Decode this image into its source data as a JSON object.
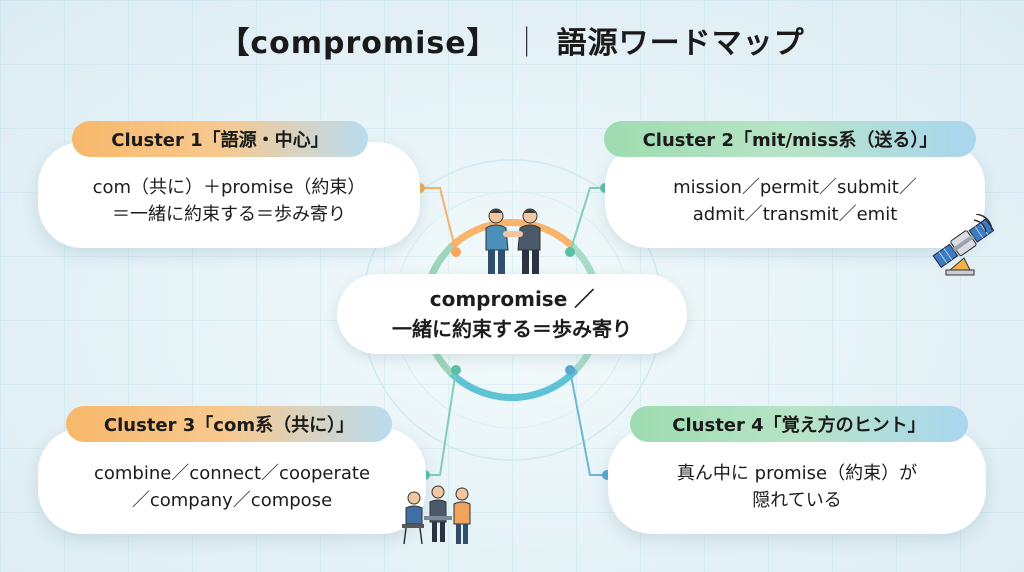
{
  "title": {
    "word": "【compromise】",
    "separator": "｜",
    "subtitle": "語源ワードマップ"
  },
  "center": {
    "line1": "compromise ／",
    "line2": "一緒に約束する＝歩み寄り"
  },
  "clusters": [
    {
      "label": "Cluster 1「語源・中心」",
      "line1": "com（共に）＋promise（約束）",
      "line2": "＝一緒に約束する＝歩み寄り",
      "accent": "#f5a85a"
    },
    {
      "label": "Cluster 2「mit/miss系（送る）」",
      "line1": "mission／permit／submit／",
      "line2": "admit／transmit／emit",
      "accent": "#5cbfa8"
    },
    {
      "label": "Cluster 3「com系（共に）」",
      "line1": "combine／connect／cooperate",
      "line2": "／company／compose",
      "accent": "#f5a85a"
    },
    {
      "label": "Cluster 4「覚え方のヒント」",
      "line1": "真ん中に promise（約束）が",
      "line2": "隠れている",
      "accent": "#5cbfa8"
    }
  ],
  "icons": [
    "handshake-icon",
    "satellite-icon",
    "team-meeting-icon"
  ]
}
